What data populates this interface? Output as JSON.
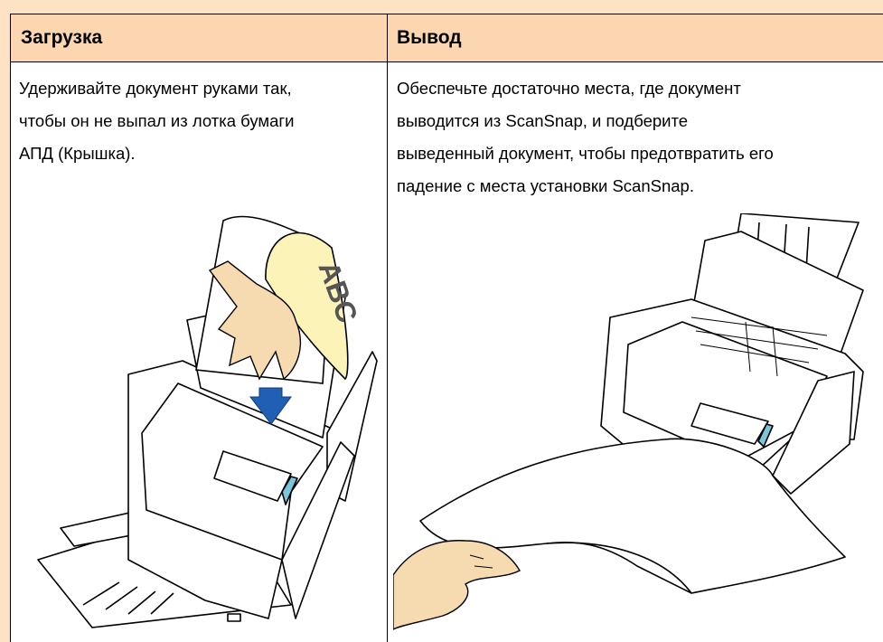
{
  "table": {
    "headers": {
      "col1": "Загрузка",
      "col2": "Вывод"
    },
    "col1_lines": [
      "Удерживайте документ руками так,",
      "чтобы он не выпал из лотка бумаги",
      "АПД (Крышка)."
    ],
    "col2_lines": [
      "Обеспечьте достаточно места, где документ",
      "выводится из ScanSnap, и подберите",
      "выведенный документ, чтобы предотвратить его",
      "падение с места установки ScanSnap."
    ],
    "paper_mark": "ABC"
  },
  "colors": {
    "page_bg": "#fde2c4",
    "header_bg": "#fbd6b0",
    "arrow": "#1f5fb4",
    "hand": "#f7dbb0",
    "paper_yellow": "#fbf3b8",
    "window": "#7cc6dc"
  }
}
